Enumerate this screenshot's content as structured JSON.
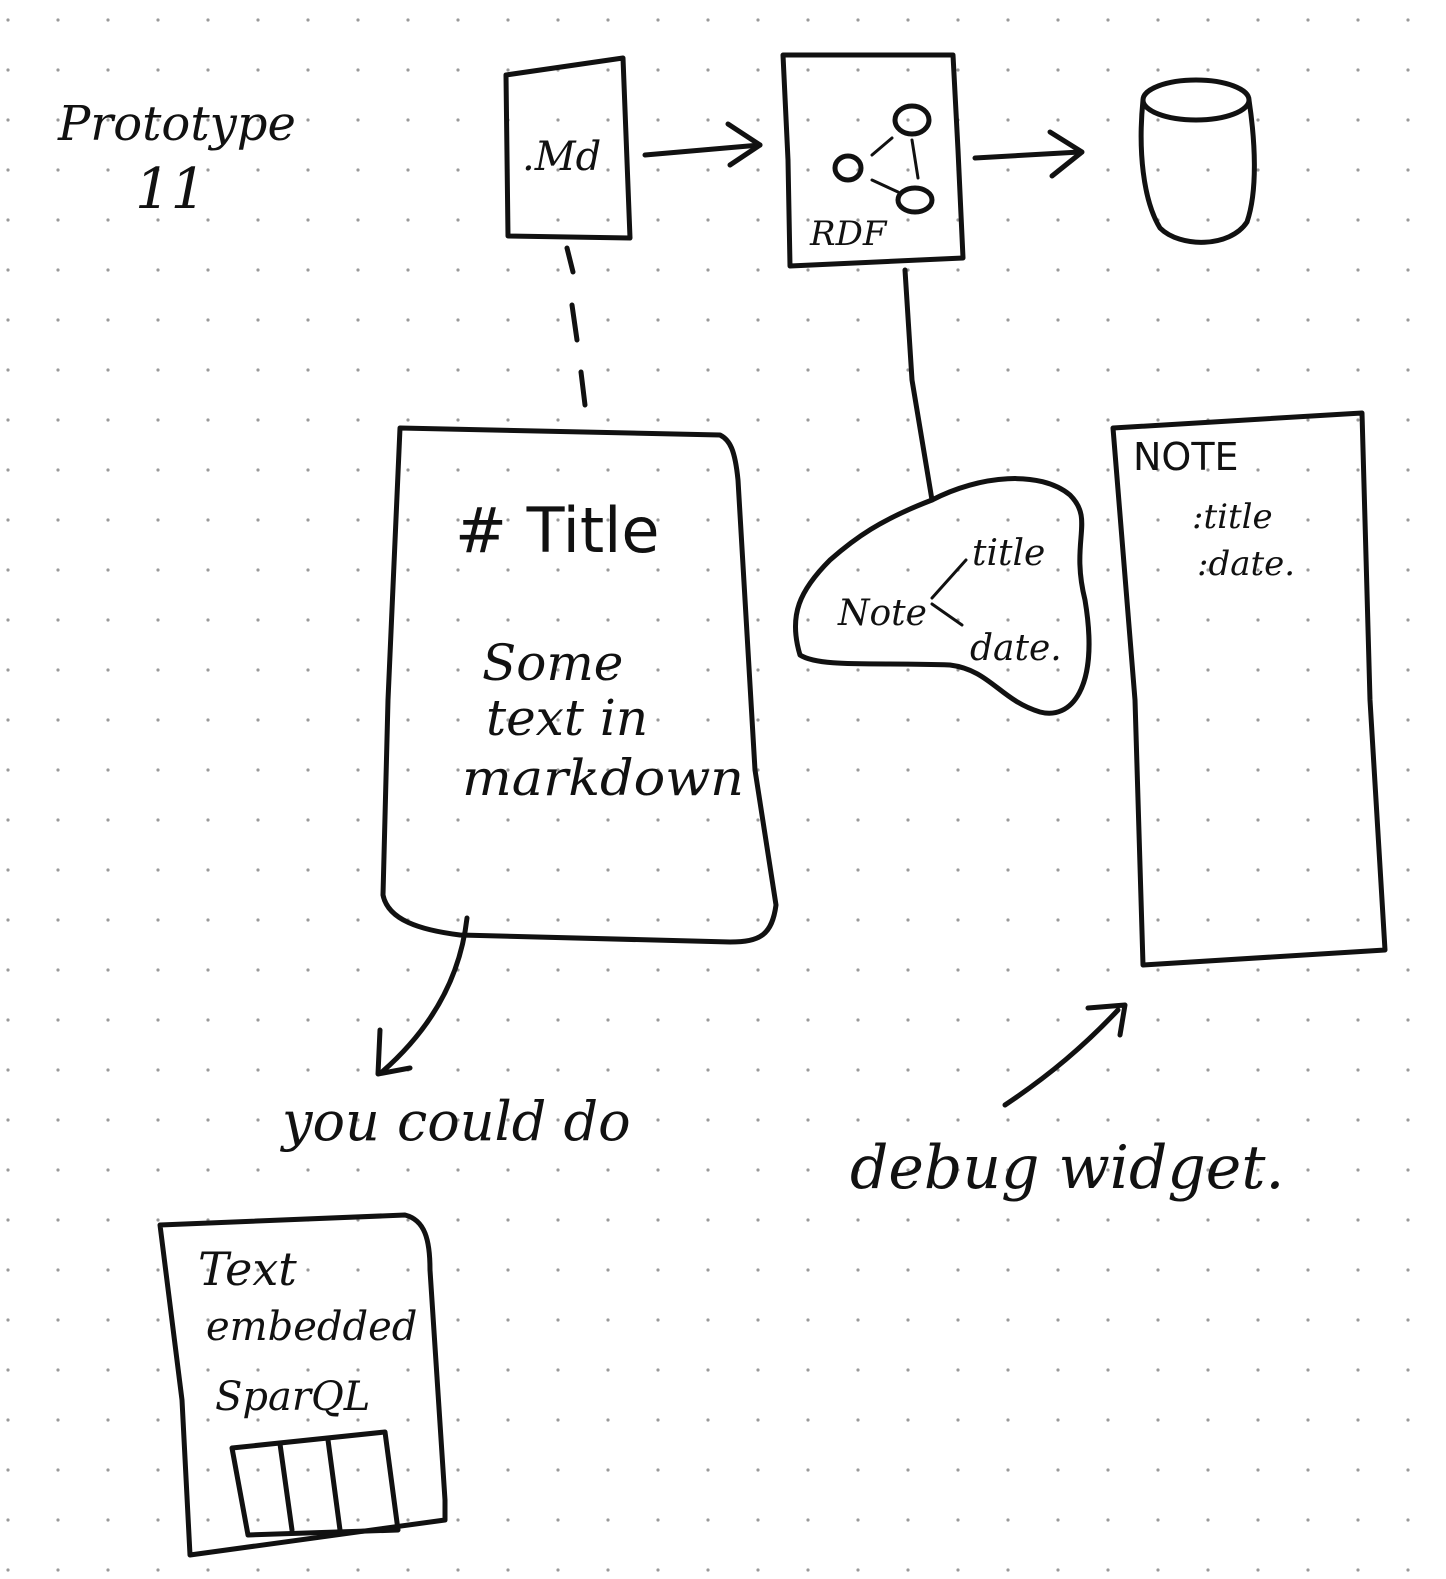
{
  "title": {
    "line1": "Prototype",
    "line2": "11"
  },
  "md_file": {
    "label": ".Md"
  },
  "rdf_box": {
    "label": "RDF"
  },
  "markdown_doc": {
    "heading": "# Title",
    "body_line1": "Some",
    "body_line2": "text in",
    "body_line3": "markdown"
  },
  "graph_cloud": {
    "node": "Note",
    "prop1": "title",
    "prop2": "date."
  },
  "debug_panel": {
    "header": "NOTE",
    "field1": ":title",
    "field2": ":date."
  },
  "labels": {
    "you_could_do": "you could do",
    "debug_widget": "debug widget."
  },
  "embedded_doc": {
    "line1": "Text",
    "line2": "embedded",
    "line3": "SparQL"
  },
  "colors": {
    "ink": "#111111",
    "paper": "#ffffff",
    "dot_grid": "#9a9a9a"
  }
}
